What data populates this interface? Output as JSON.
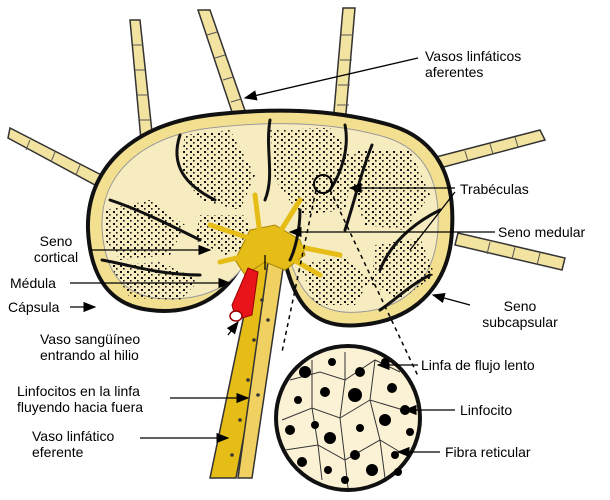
{
  "colors": {
    "capsule": "#f2df8f",
    "cortex": "#f7ecc0",
    "medulla": "#e5bd16",
    "trabecula": "#111111",
    "blood": "#e8141a",
    "inset_bg": "#fbf2d6"
  },
  "labels": {
    "vasos_aferentes": [
      "Vasos linfáticos",
      "aferentes"
    ],
    "trabeculas": "Trabéculas",
    "seno_medular": "Seno medular",
    "seno_cortical": [
      "Seno",
      "cortical"
    ],
    "medula": "Médula",
    "capsula": "Cápsula",
    "seno_subcapsular": [
      "Seno",
      "subcapsular"
    ],
    "vaso_sanguineo": [
      "Vaso sangüíneo",
      "entrando al hilio"
    ],
    "linfa_flujo_lento": "Linfa de flujo lento",
    "linfocitos_linfa": [
      "Linfocitos en la linfa",
      "fluyendo hacia fuera"
    ],
    "linfocito": "Linfocito",
    "vaso_eferente": [
      "Vaso linfático",
      "eferente"
    ],
    "fibra_reticular": "Fibra reticular"
  }
}
